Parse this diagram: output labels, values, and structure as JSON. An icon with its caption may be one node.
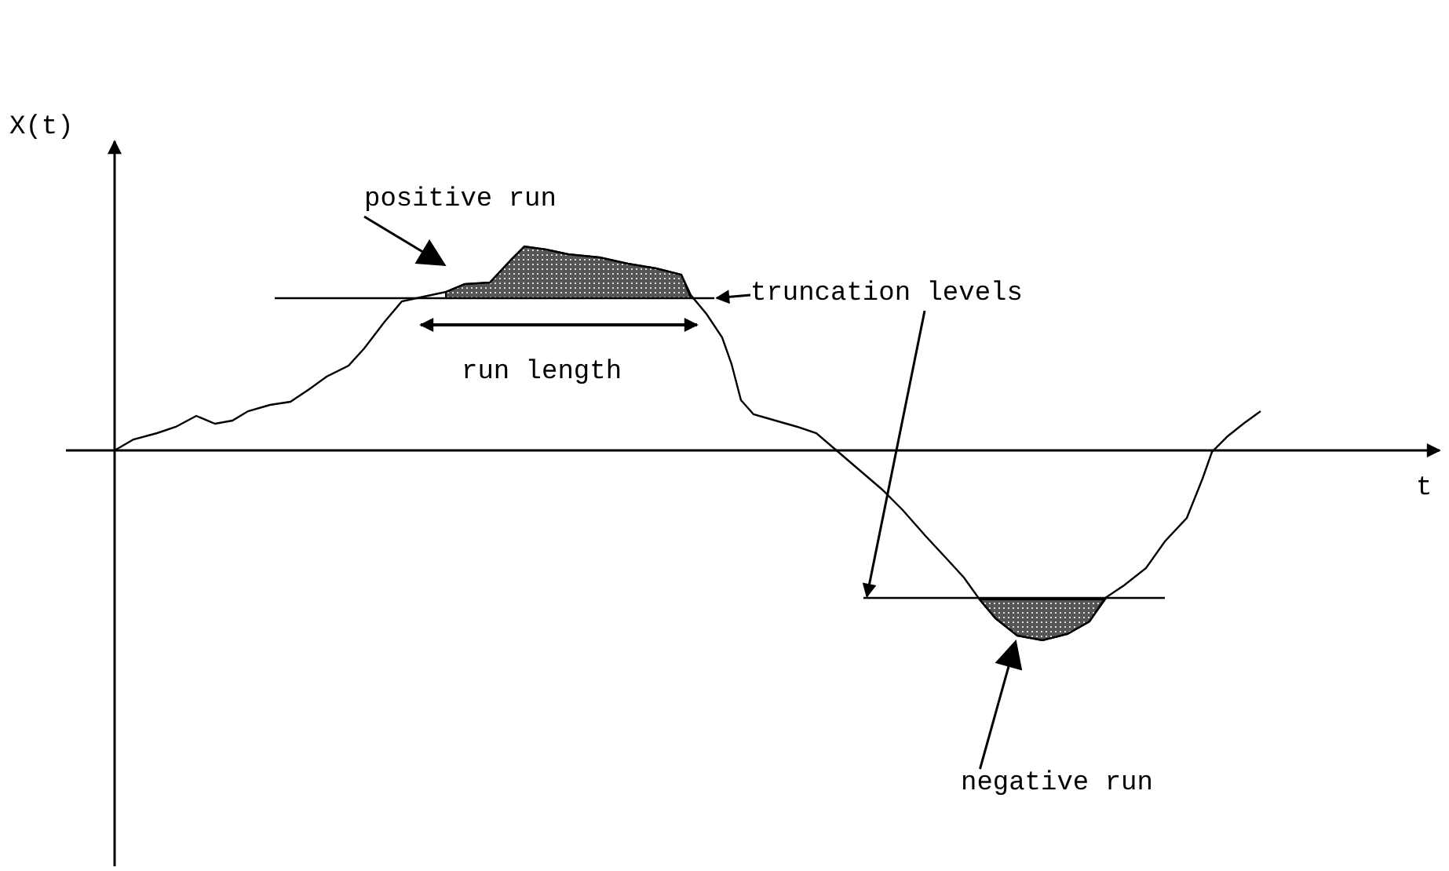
{
  "diagram": {
    "nodes": [
      {
        "text": [
          "positive run"
        ]
      },
      {
        "text": [],
        "shape": "area"
      },
      {
        "text": [],
        "shape": "line"
      },
      {
        "text": [
          "truncation levels"
        ]
      },
      {
        "text": [],
        "shape": "line"
      },
      {
        "text": [],
        "shape": "area"
      },
      {
        "text": [
          "negative run"
        ]
      }
    ],
    "edges": [
      {
        "from": 0,
        "to": 1,
        "arrow": "to"
      },
      {
        "from": 3,
        "to": 2,
        "arrow": "to"
      },
      {
        "from": 3,
        "to": 4,
        "arrow": "to"
      },
      {
        "from": 6,
        "to": 5,
        "arrow": "to"
      }
    ],
    "labels": [
      "X(t)",
      "run length",
      "t"
    ]
  }
}
